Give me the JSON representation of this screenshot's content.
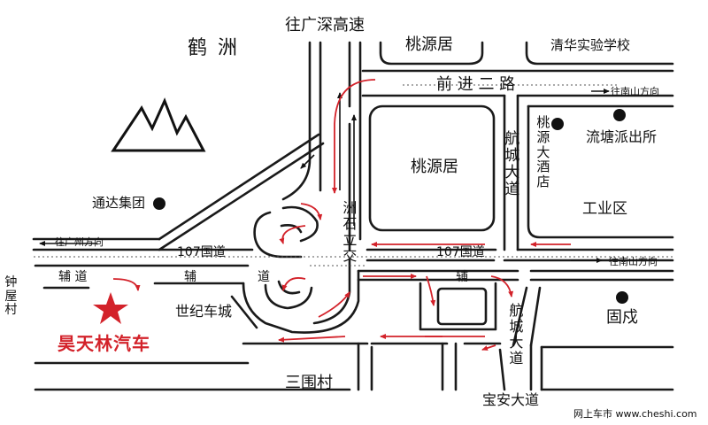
{
  "labels": {
    "heshou": "鹤洲",
    "to_guangshen": "往广深高速",
    "taoyuanju_top": "桃源居",
    "tsinghua": "清华实验学校",
    "qianjin": "前 进 二 路",
    "to_nanshan_top": "往南山方向",
    "taoyuan_hotel": "桃源大酒店",
    "liutang_police": "流塘派出所",
    "taoyuanju_center": "桃源居",
    "hangcheng_upper": "航城大道",
    "tongda": "通达集团",
    "zhoushi": "洲石立交",
    "industrial": "工业区",
    "to_guangzhou": "往广州方向",
    "road107_left": "107国道",
    "road107_right": "107国道",
    "to_nanshan_right": "往南山方向",
    "zhongwu": "钟屋村",
    "fudao_left_1": "辅 道",
    "fudao_left_2": "辅",
    "fudao_mid": "道",
    "fudao_right": "辅",
    "shiji": "世纪车城",
    "hangcheng_lower": "航城大道",
    "guxu": "固戍",
    "dealer": "昊天林汽车",
    "sanwei": "三围村",
    "baoan": "宝安大道",
    "watermark": "网上车市 www.cheshi.com"
  },
  "colors": {
    "road": "#1a1a1a",
    "route": "#d3222a",
    "dealer": "#d3222a"
  }
}
